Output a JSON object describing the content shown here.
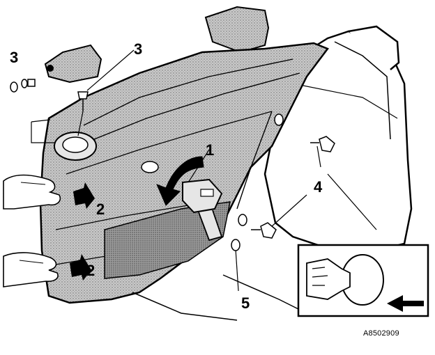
{
  "figure": {
    "reference_code": "A8502909",
    "callouts": {
      "screw": "3",
      "clip": "3",
      "arrow_top": "1",
      "arrow_upper": "2",
      "arrow_lower": "2",
      "fastener": "4",
      "belt_anchor": "5"
    }
  },
  "colors": {
    "ink": "#000000",
    "panel_fill": "#c9c9c9",
    "light_fill": "#e6e6e6",
    "background": "#ffffff"
  }
}
